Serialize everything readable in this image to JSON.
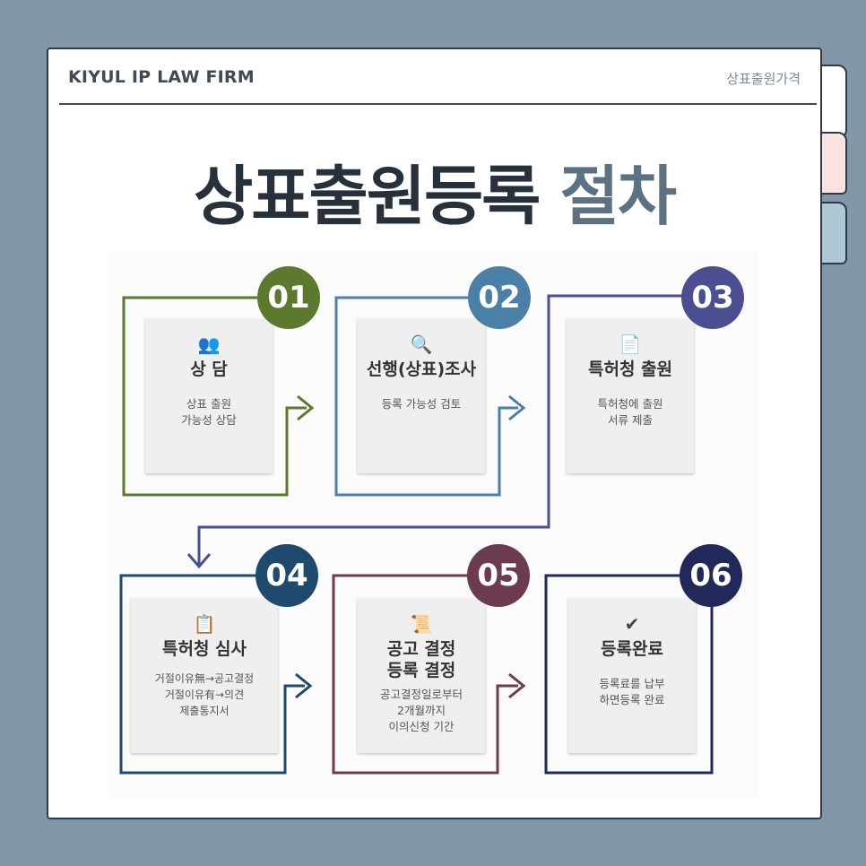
{
  "header": {
    "brand": "KIYUL IP LAW FIRM",
    "section": "상표출원가격"
  },
  "title": {
    "main": "상표출원등록",
    "accent": "절차"
  },
  "colors": {
    "s1": "#5b7a2e",
    "s2": "#4a80a6",
    "s3": "#4b4f92",
    "s4": "#1f4a6e",
    "s5": "#6c3b4f",
    "s6": "#20295a"
  },
  "steps": [
    {
      "num": "01",
      "icon": "people-icon",
      "title": "상 담",
      "desc": "상표 출원\n가능성 상담"
    },
    {
      "num": "02",
      "icon": "search-icon",
      "title": "선행(상표)조사",
      "desc": "등록 가능성 검토"
    },
    {
      "num": "03",
      "icon": "document-icon",
      "title": "특허청 출원",
      "desc": "특허청에 출원\n서류 제출"
    },
    {
      "num": "04",
      "icon": "clipboard-icon",
      "title": "특허청 심사",
      "desc": "거절이유無→공고결정\n거절이유有→의견\n제출통지서"
    },
    {
      "num": "05",
      "icon": "certificate-icon",
      "title": "공고 결정\n등록 결정",
      "desc": "공고결정일로부터\n2개월까지\n이의신청 기간"
    },
    {
      "num": "06",
      "icon": "check-icon",
      "title": "등록완료",
      "desc": "등록료를 납부\n하면등록 완료"
    }
  ]
}
